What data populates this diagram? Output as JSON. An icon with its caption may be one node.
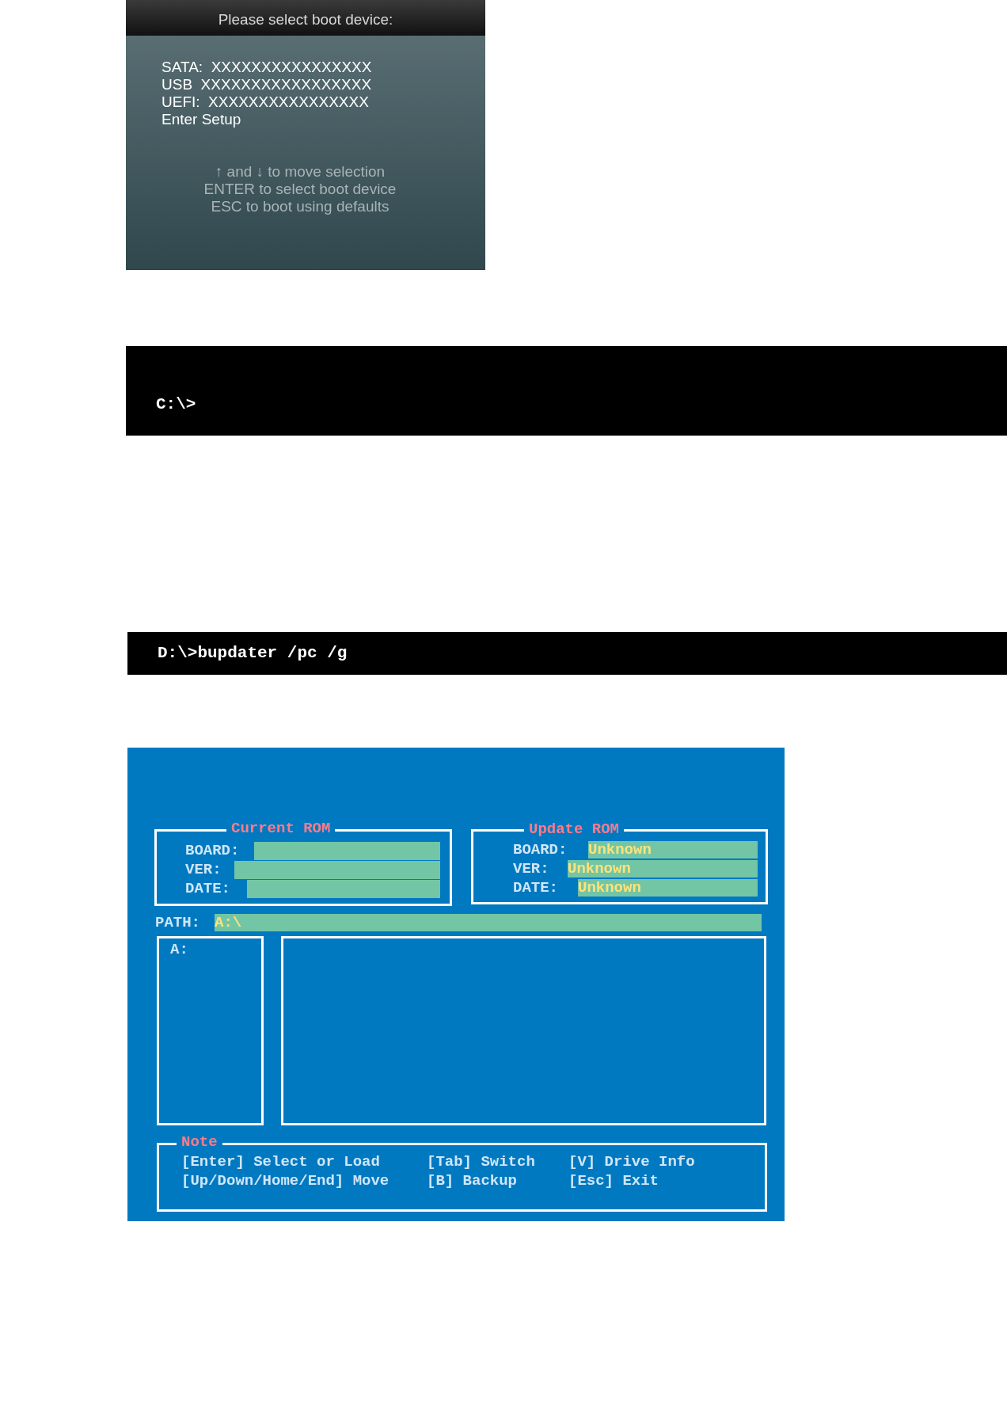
{
  "diagram": {
    "nodes": [
      {
        "text": [
          "Please select boot device:",
          "SATA:  XXXXXXXXXXXXXXXX",
          "USB  XXXXXXXXXXXXXXXXX",
          "UEFI:  XXXXXXXXXXXXXXXX",
          "Enter Setup",
          "↑ and ↓ to move selection",
          "ENTER to select boot device",
          "ESC to boot using defaults"
        ]
      },
      {
        "text": [
          "C:\\>"
        ]
      },
      {
        "text": [
          "D:\\>bupdater /pc /g"
        ]
      },
      {
        "text": [],
        "shape": "box"
      },
      {
        "text": [
          "Current ROM",
          "BOARD:",
          "VER:",
          "DATE:"
        ],
        "in": 3
      },
      {
        "text": [
          "Update ROM",
          "BOARD:",
          "Unknown",
          "VER:",
          "Unknown",
          "DATE:",
          "Unknown"
        ],
        "in": 3
      },
      {
        "text": [
          "PATH:",
          "A:\\"
        ],
        "in": 3
      },
      {
        "text": [
          "A:"
        ],
        "in": 3
      },
      {
        "text": [],
        "shape": "box",
        "in": 3
      },
      {
        "text": [
          "Note",
          "[Enter] Select or Load",
          "[Tab] Switch",
          "[V] Drive Info",
          "[Up/Down/Home/End] Move",
          "[B] Backup",
          "[Esc] Exit"
        ],
        "in": 3
      }
    ]
  }
}
